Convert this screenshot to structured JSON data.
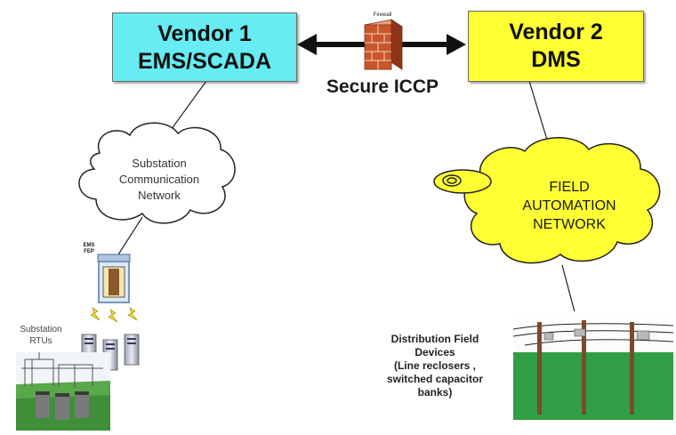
{
  "vendor1": {
    "line1": "Vendor 1",
    "line2": "EMS/SCADA",
    "color": "#66ecf2"
  },
  "vendor2": {
    "line1": "Vendor 2",
    "line2": "DMS",
    "color": "#ffff33"
  },
  "link": {
    "label": "Secure ICCP",
    "firewall_label": "Firewall"
  },
  "substation_network": {
    "lines": [
      "Substation",
      "Communication",
      "Network"
    ]
  },
  "field_network": {
    "lines": [
      "FIELD",
      "AUTOMATION",
      "NETWORK"
    ],
    "color": "#ffff33"
  },
  "ems_fep": {
    "lines": [
      "EMS",
      "FEP"
    ]
  },
  "rtus": {
    "lines": [
      "Substation",
      "RTUs"
    ]
  },
  "field_devices": {
    "lines": [
      "Distribution Field",
      "Devices",
      "(Line reclosers ,",
      "switched capacitor",
      "banks)"
    ]
  },
  "colors": {
    "grass": "#2f9e44",
    "wire": "#222222",
    "brick": "#c8562c"
  },
  "icons": [
    "firewall-icon",
    "double-arrow-icon",
    "cloud-icon",
    "server-icon",
    "lightning-icon",
    "substation-photo",
    "utility-pole-photo"
  ]
}
